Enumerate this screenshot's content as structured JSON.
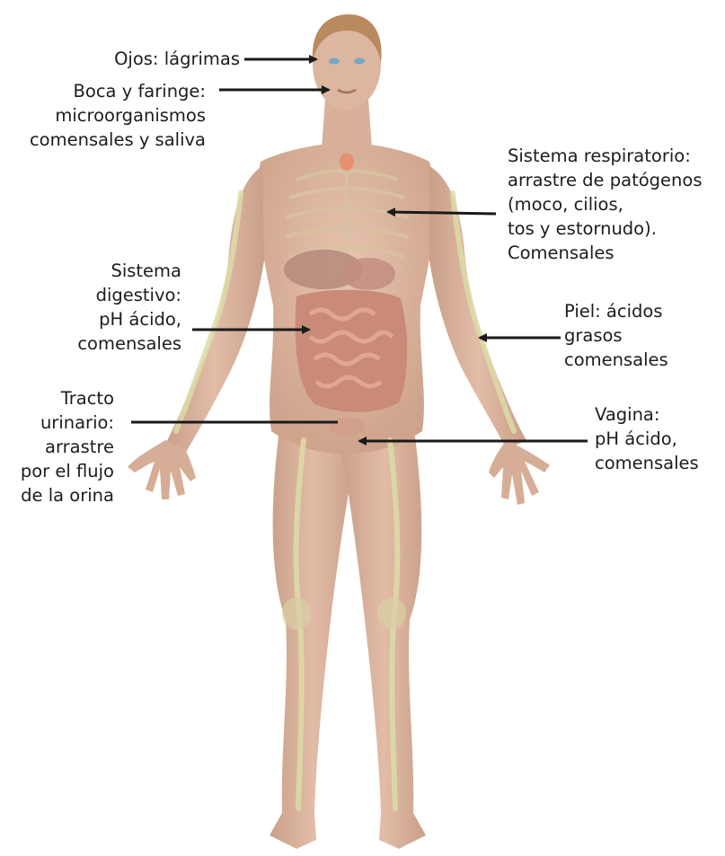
{
  "labels": {
    "ojos": [
      "Ojos: lágrimas"
    ],
    "boca": [
      "Boca y faringe:",
      "microorganismos",
      "comensales y saliva"
    ],
    "respiratorio": [
      "Sistema respiratorio:",
      "arrastre de patógenos",
      "(moco, cilios,",
      "tos y estornudo).",
      "Comensales"
    ],
    "digestivo": [
      "Sistema",
      "digestivo:",
      "pH ácido,",
      "comensales"
    ],
    "piel": [
      "Piel: ácidos",
      "grasos",
      "comensales"
    ],
    "urinario": [
      "Tracto",
      "urinario:",
      "arrastre",
      "por el flujo",
      "de la orina"
    ],
    "vagina": [
      "Vagina:",
      "pH ácido,",
      "comensales"
    ]
  },
  "colors": {
    "text": "#1c1c1c",
    "arrow": "#1a1a1a",
    "skin": "#dcb39b",
    "skin_shadow": "#c59a83",
    "bone": "#d9d8a6",
    "intestine": "#c98a77",
    "background": "#ffffff"
  }
}
